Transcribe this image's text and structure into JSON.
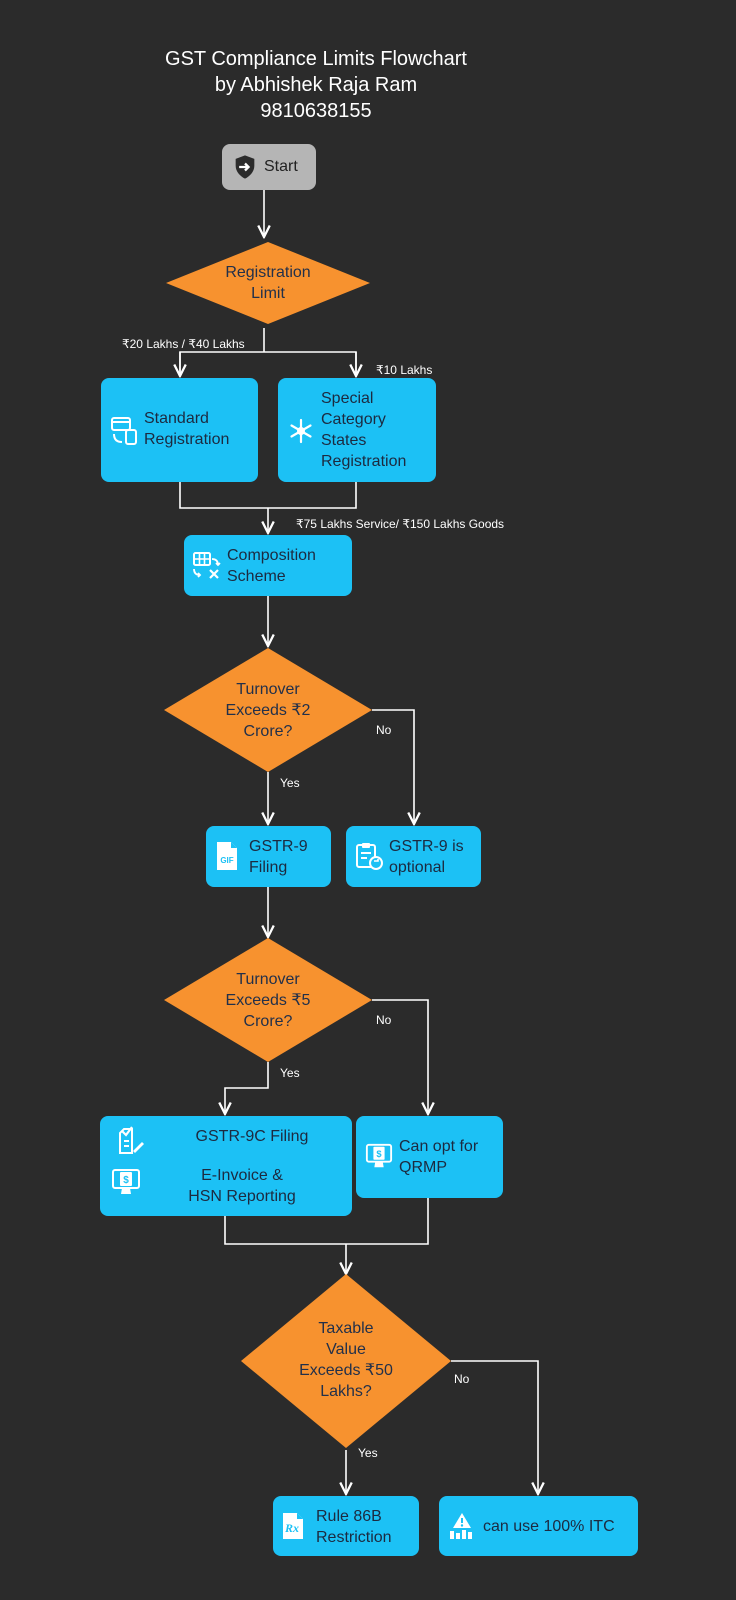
{
  "header": {
    "line1": "GST Compliance Limits Flowchart",
    "line2": "by Abhishek Raja Ram",
    "line3": "9810638155"
  },
  "colors": {
    "background": "#2b2b2b",
    "process": "#1cc1f5",
    "decision": "#f7922f",
    "terminal": "#b5b5b5",
    "connector": "#ffffff"
  },
  "nodes": {
    "start": "Start",
    "registration_limit": [
      "Registration",
      "Limit"
    ],
    "standard_registration": [
      "Standard",
      "Registration"
    ],
    "special_category": [
      "Special",
      "Category",
      "States",
      "Registration"
    ],
    "composition_scheme": [
      "Composition",
      "Scheme"
    ],
    "turnover_2cr": [
      "Turnover",
      "Exceeds ₹2",
      "Crore?"
    ],
    "gstr9_filing": [
      "GSTR-9",
      "Filing"
    ],
    "gstr9_optional": [
      "GSTR-9 is",
      "optional"
    ],
    "turnover_5cr": [
      "Turnover",
      "Exceeds ₹5",
      "Crore?"
    ],
    "gstr9c_filing": "GSTR-9C Filing",
    "einvoice_hsn": [
      "E-Invoice &",
      "HSN Reporting"
    ],
    "qrmp": [
      "Can opt for",
      "QRMP"
    ],
    "taxable_50l": [
      "Taxable",
      "Value",
      "Exceeds ₹50",
      "Lakhs?"
    ],
    "rule86b": [
      "Rule 86B",
      "Restriction"
    ],
    "full_itc": "can use 100% ITC"
  },
  "edges": {
    "reg_standard": "₹20 Lakhs / ₹40 Lakhs",
    "reg_special": "₹10 Lakhs",
    "to_composition": "₹75 Lakhs Service/ ₹150 Lakhs Goods",
    "t2_yes": "Yes",
    "t2_no": "No",
    "t5_yes": "Yes",
    "t5_no": "No",
    "tv_yes": "Yes",
    "tv_no": "No"
  },
  "icons": {
    "start": "login-shield-icon",
    "standard": "card-phone-icon",
    "special": "snowflake-icon",
    "composition": "grid-transfer-icon",
    "gstr9": "gif-file-icon",
    "gstr9_optional": "clipboard-refresh-icon",
    "gstr9c": "check-document-icon",
    "einvoice": "monitor-dollar-icon",
    "qrmp": "monitor-dollar-icon",
    "rule86b": "prescription-icon",
    "itc": "warning-chart-icon"
  }
}
